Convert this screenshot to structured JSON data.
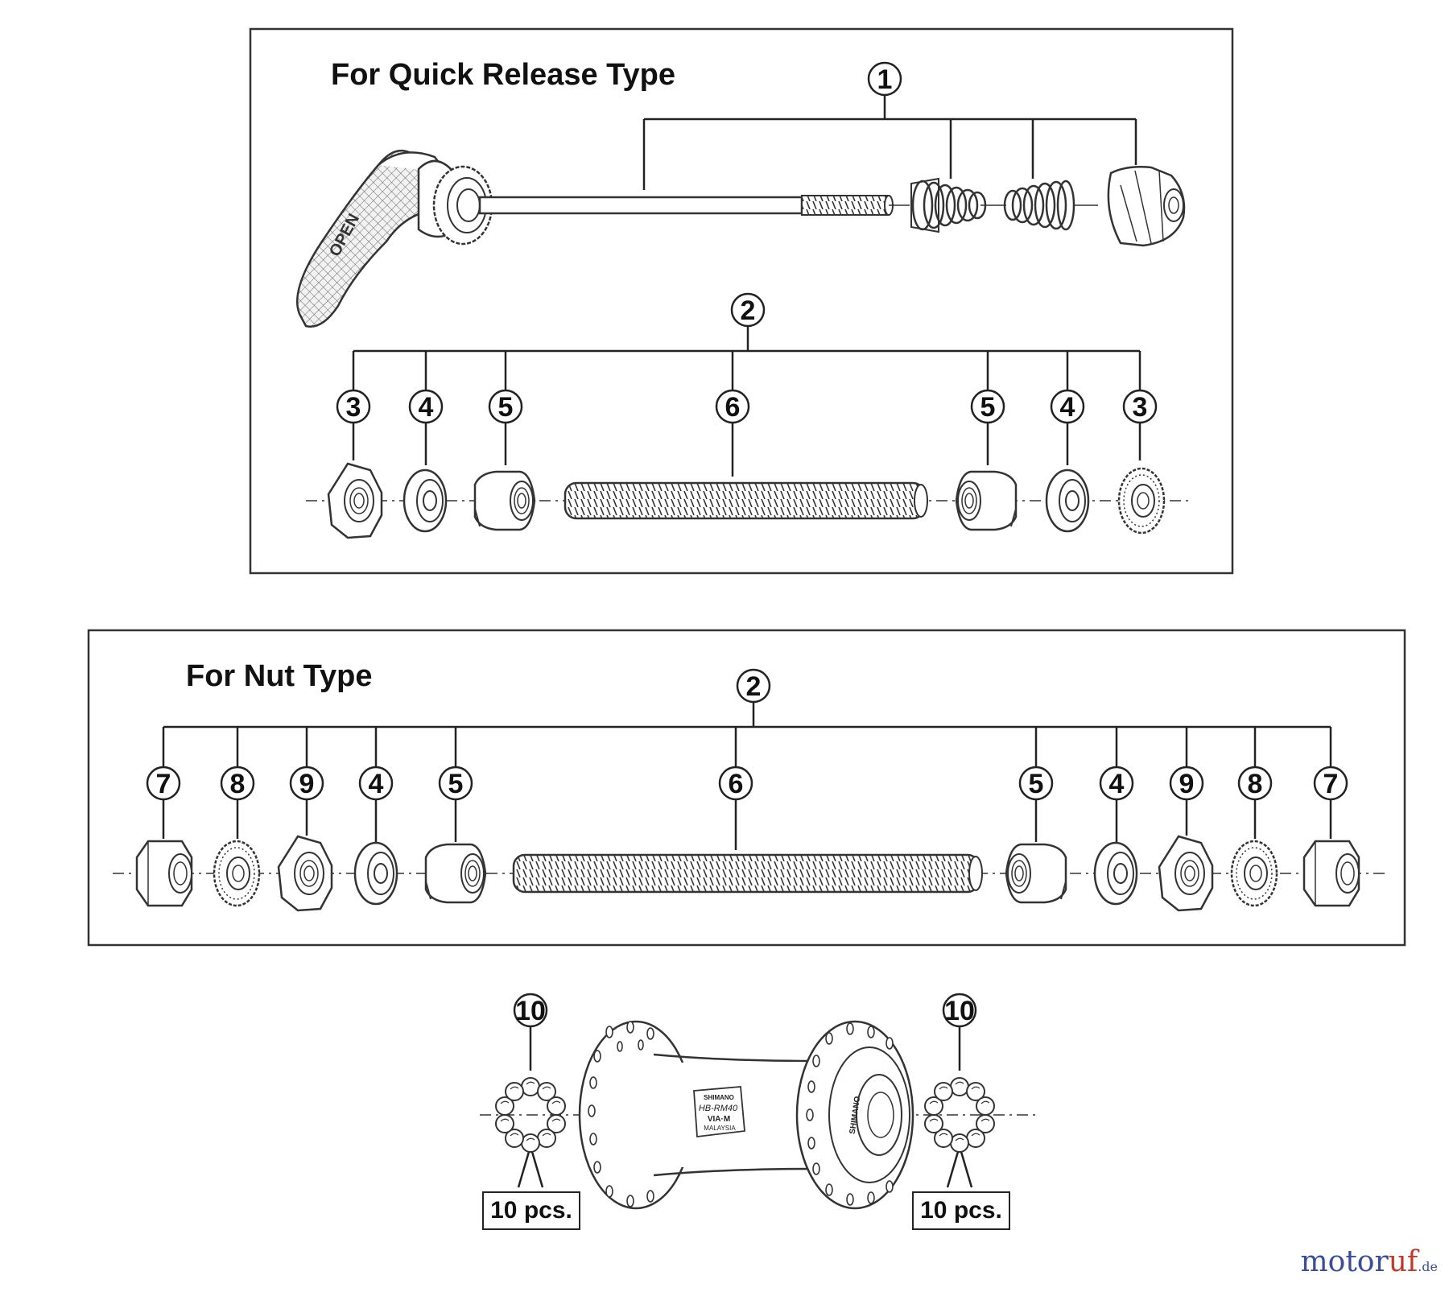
{
  "sections": {
    "quick_release": {
      "title": "For Quick Release Type"
    },
    "nut_type": {
      "title": "For Nut Type"
    }
  },
  "callouts": {
    "c1": "1",
    "c2": "2",
    "c3": "3",
    "c4": "4",
    "c5": "5",
    "c6": "6",
    "c7": "7",
    "c8": "8",
    "c9": "9",
    "c10": "10"
  },
  "bearing_qty": {
    "left": "10 pcs.",
    "right": "10 pcs."
  },
  "hub_label": {
    "brand": "SHIMANO",
    "model": "HB-RM40",
    "code": "VIA·M",
    "origin": "MALAYSIA",
    "flange_text": "SHIMANO"
  },
  "flange_text": "OPEN",
  "watermark": {
    "part1": "motor",
    "part2": "uf",
    "part3": ".de"
  }
}
